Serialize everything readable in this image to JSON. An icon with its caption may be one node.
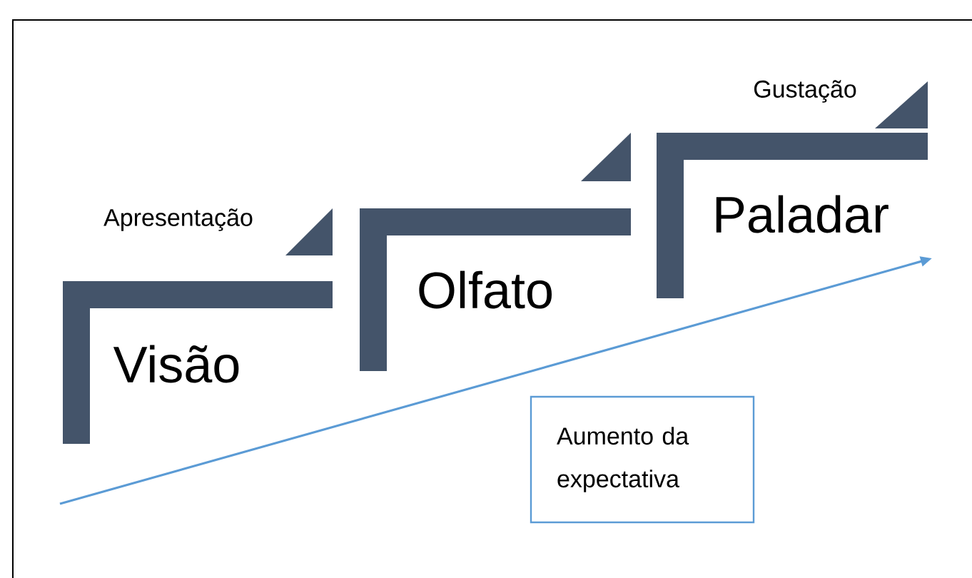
{
  "diagram": {
    "nodes": [
      {
        "text": [
          "Visão"
        ]
      },
      {
        "text": [
          "Olfato"
        ]
      },
      {
        "text": [
          "Paladar"
        ]
      },
      {
        "text": [
          "Aumento da expectativa"
        ]
      }
    ],
    "labels": [
      "Apresentação",
      "Gustação"
    ]
  }
}
